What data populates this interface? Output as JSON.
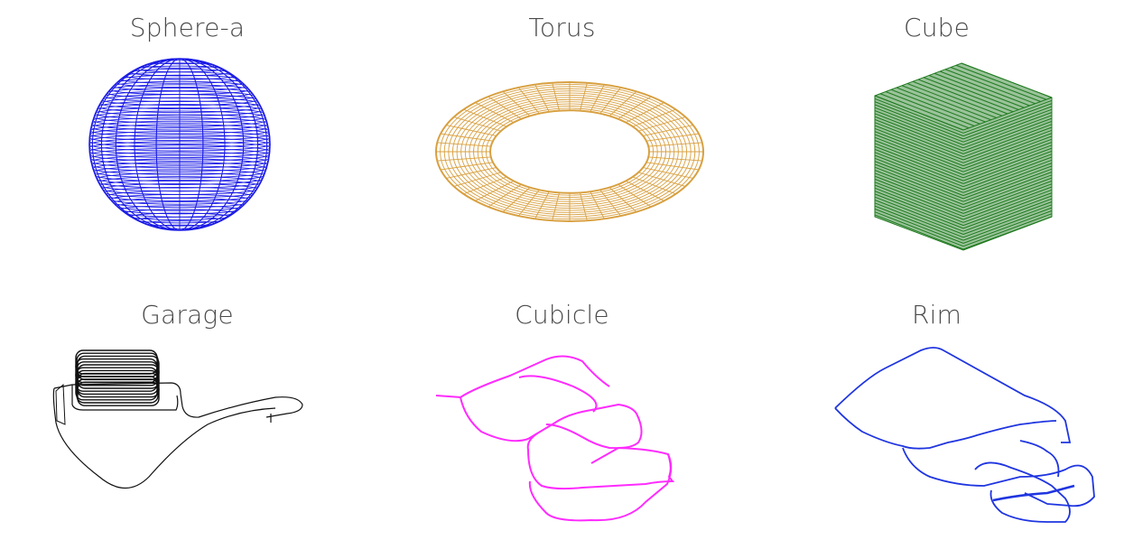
{
  "figures": [
    {
      "id": "sphere",
      "title": "Sphere-a",
      "color": "#1b1be6",
      "shape": "sphere"
    },
    {
      "id": "torus",
      "title": "Torus",
      "color": "#d4962c",
      "shape": "torus"
    },
    {
      "id": "cube",
      "title": "Cube",
      "color": "#1f7a1f",
      "shape": "cube"
    },
    {
      "id": "garage",
      "title": "Garage",
      "color": "#111111",
      "shape": "garage-trajectory"
    },
    {
      "id": "cubicle",
      "title": "Cubicle",
      "color": "#ff2bff",
      "shape": "cubicle-trajectory"
    },
    {
      "id": "rim",
      "title": "Rim",
      "color": "#1f35e0",
      "shape": "rim-trajectory"
    }
  ]
}
